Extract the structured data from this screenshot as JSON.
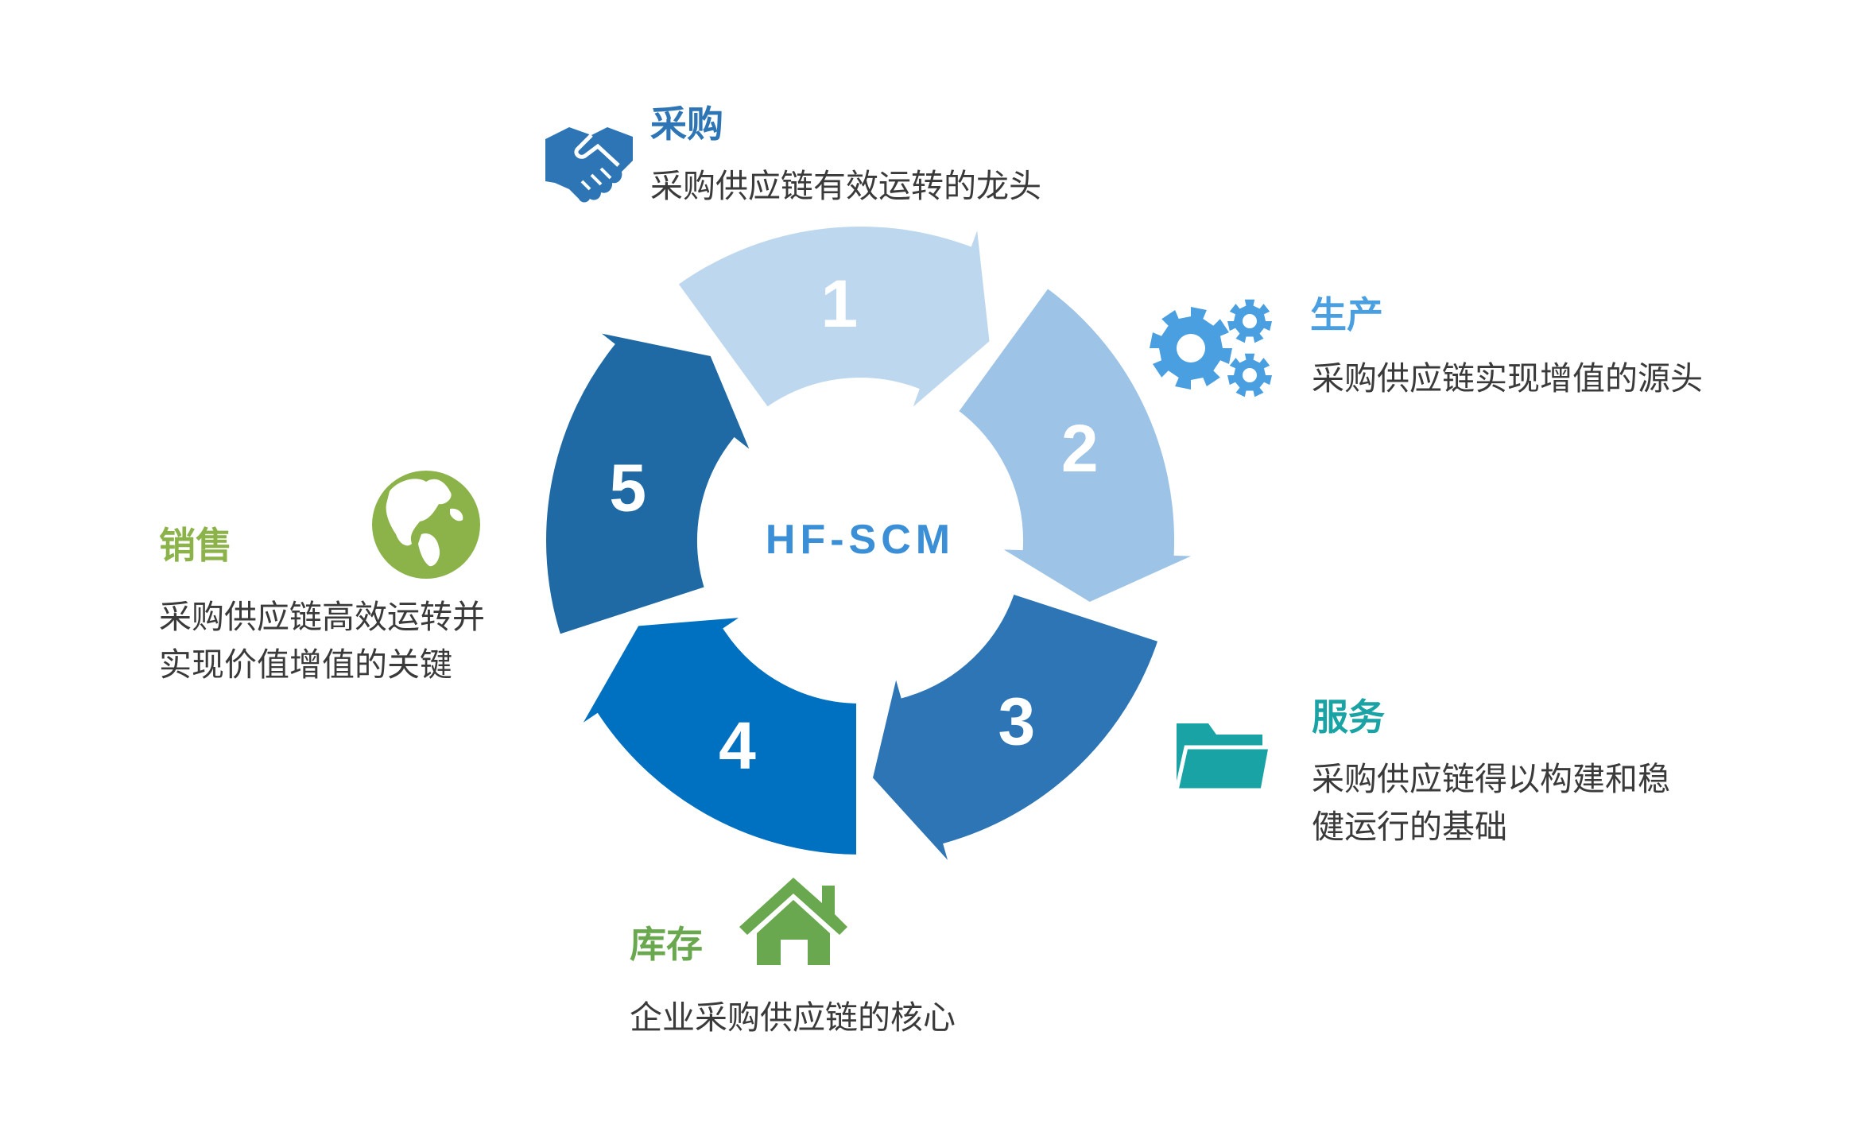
{
  "colors": {
    "seg1": "#bdd7ee",
    "seg2": "#9dc3e6",
    "seg3": "#2e75b6",
    "seg4": "#0070c0",
    "seg5": "#1f6aa5",
    "procurement": "#2e75b6",
    "production": "#4a9fe0",
    "service": "#1aa3a5",
    "inventory": "#6aa84f",
    "sales": "#8cb34a",
    "center_text": "#3a8fd6"
  },
  "center": {
    "label": "HF-SCM"
  },
  "segments": [
    {
      "number": "1",
      "key": "procurement"
    },
    {
      "number": "2",
      "key": "production"
    },
    {
      "number": "3",
      "key": "service"
    },
    {
      "number": "4",
      "key": "inventory"
    },
    {
      "number": "5",
      "key": "sales"
    }
  ],
  "items": {
    "procurement": {
      "title": "采购",
      "desc_lines": [
        "采购供应链有效运转的龙头"
      ],
      "icon": "handshake-icon"
    },
    "production": {
      "title": "生产",
      "desc_lines": [
        "采购供应链实现增值的源头"
      ],
      "icon": "gears-icon"
    },
    "service": {
      "title": "服务",
      "desc_lines": [
        "采购供应链得以构建和稳",
        "健运行的基础"
      ],
      "icon": "folder-icon"
    },
    "inventory": {
      "title": "库存",
      "desc_lines": [
        "企业采购供应链的核心"
      ],
      "icon": "house-icon"
    },
    "sales": {
      "title": "销售",
      "desc_lines": [
        "采购供应链高效运转并",
        "实现价值增值的关键"
      ],
      "icon": "globe-icon"
    }
  }
}
